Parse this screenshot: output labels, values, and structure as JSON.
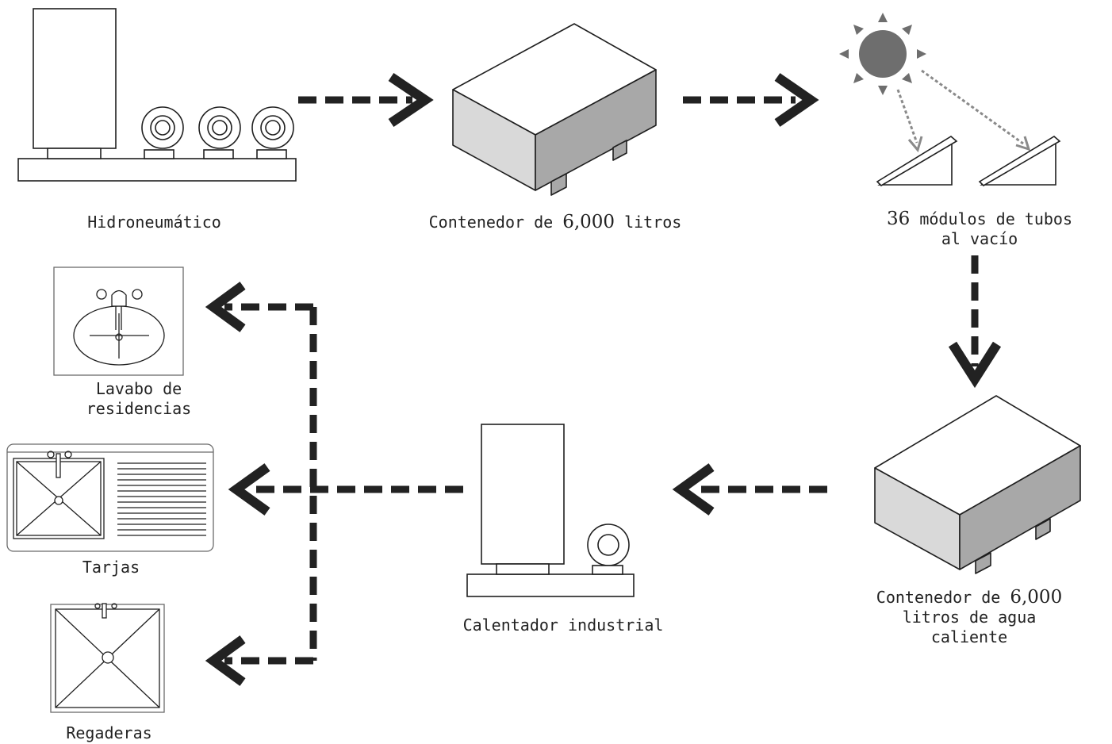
{
  "labels": {
    "hidro": "Hidroneumático",
    "tank1_prefix": "Contenedor de ",
    "tank1_num": "6,000",
    "tank1_suffix": " litros",
    "solar_num": "36",
    "solar_line1_rest": " módulos de tubos",
    "solar_line2": "al vacío",
    "tank2_prefix": "Contenedor de ",
    "tank2_num": "6,000",
    "tank2_line2": "litros de agua",
    "tank2_line3": "caliente",
    "heater": "Calentador industrial",
    "lavabo_line1": "Lavabo de",
    "lavabo_line2": "residencias",
    "tarjas": "Tarjas",
    "regaderas": "Regaderas"
  },
  "colors": {
    "stroke": "#1f1f1f",
    "arrow": "#222222",
    "box_left": "#d9d9d9",
    "box_right": "#a8a8a8",
    "sun": "#6e6e6e",
    "ray_arrow": "#8a8a8a"
  }
}
